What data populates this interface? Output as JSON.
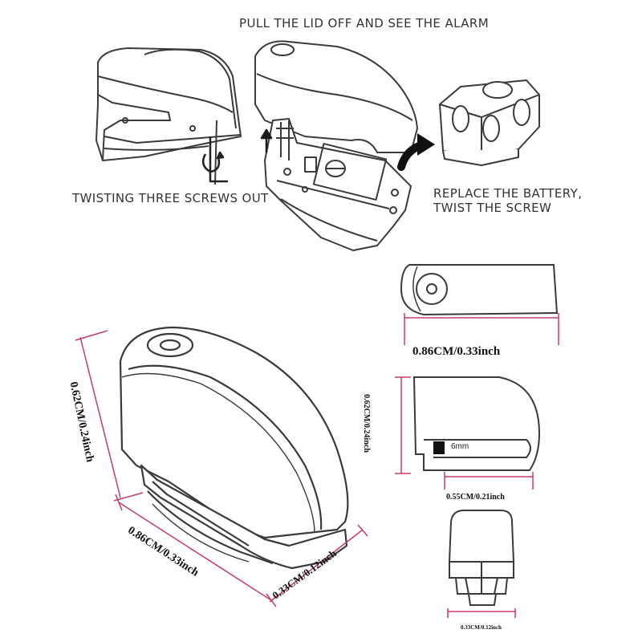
{
  "instructions": {
    "step_title": "PULL THE LID OFF AND SEE THE ALARM",
    "step_screws": "TWISTING THREE SCREWS OUT",
    "step_battery_line1": "REPLACE THE BATTERY,",
    "step_battery_line2": "TWIST THE SCREW"
  },
  "dimensions": {
    "main_height": "0.62CM/0.24inch",
    "main_length": "0.86CM/0.33inch",
    "main_width": "0.33CM/0.12inch",
    "top_view_length": "0.86CM/0.33inch",
    "side_view_height": "0.62CM/0.24inch",
    "slot_size": "6mm",
    "side_view_slot_length": "0.55CM/0.21inch",
    "front_view_width": "0.33CM/0.12inch"
  },
  "colors": {
    "line": "#3a3a3a",
    "dimension_line": "#c43c6e",
    "arrow": "#1a1a1a"
  }
}
